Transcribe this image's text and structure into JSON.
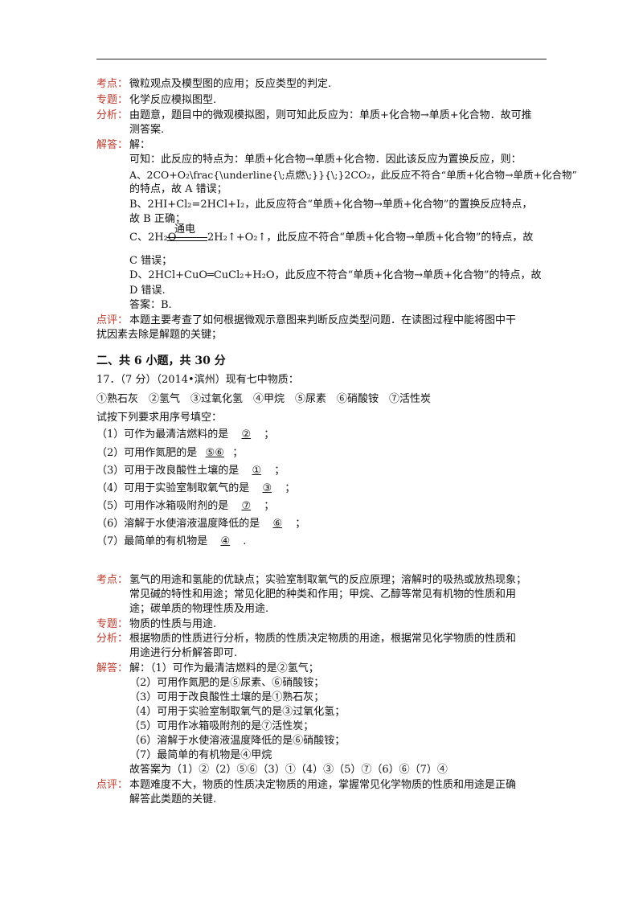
{
  "labels": {
    "kaodian": "考点：",
    "zhuanti": "专题：",
    "fenxi": "分析：",
    "jieda": "解答：",
    "dianping": "点评："
  },
  "q16": {
    "kaodian": "微粒观点及模型图的应用；反应类型的判定.",
    "zhuanti": "化学反应模拟图型.",
    "fenxi_1": "由题意，题目中的微观模拟图，则可知此反应为：单质+化合物→单质+化合物．故可推",
    "fenxi_2": "测答案.",
    "jieda_0": "解：",
    "jieda_1": "可知：此反应的特点为：单质+化合物→单质+化合物．因此该反应为置换反应，则：",
    "a_1": "A、2CO+O₂\\frac{\\underline{\\;点燃\\;}}{\\;}2CO₂，此反应不符合“单质+化合物→单质+化合物”",
    "a_2": "的特点，故 A 错误；",
    "b_1": "B、2HI+Cl₂=2HCl+I₂，此反应符合“单质+化合物→单质+化合物”的置换反应特点，",
    "b_2": "故 B 正确；",
    "c_over": "通电",
    "c_left": "C、2H₂O",
    "c_right": "2H₂↑+O₂↑，此反应不符合“单质+化合物→单质+化合物”的特点，故",
    "c_2": "C 错误；",
    "d_1": "D、2HCl+CuO═CuCl₂+H₂O，此反应不符合“单质+化合物→单质+化合物”的特点，故",
    "d_2": "D 错误.",
    "answer": "答案：B.",
    "dianping_1": "本题主要考查了如何根据微观示意图来判断反应类型问题．在读图过程中能将图中干",
    "dianping_2": "扰因素去除是解题的关键；"
  },
  "section": "二、共 6 小题，共 30 分",
  "q17": {
    "header": "17．（7 分）（2014•滨州）现有七中物质：",
    "options": "①熟石灰　②氢气　③过氧化氢　④甲烷　⑤尿素　⑥硝酸铵　⑦活性炭",
    "instruction": "试按下列要求用序号填空：",
    "items": [
      {
        "q": "（1）可作为最清洁燃料的是",
        "a": "②",
        "end": "；"
      },
      {
        "q": "（2）可用作氮肥的是",
        "a": "⑤⑥",
        "end": "；"
      },
      {
        "q": "（3）可用于改良酸性土壤的是",
        "a": "①",
        "end": "；"
      },
      {
        "q": "（4）可用于实验室制取氧气的是",
        "a": "③",
        "end": "；"
      },
      {
        "q": "（5）可用作冰箱吸附剂的是",
        "a": "⑦",
        "end": "；"
      },
      {
        "q": "（6）溶解于水使溶液温度降低的是",
        "a": "⑥",
        "end": "；"
      },
      {
        "q": "（7）最简单的有机物是",
        "a": "④",
        "end": "."
      }
    ],
    "kaodian_1": "氢气的用途和氢能的优缺点；实验室制取氧气的反应原理；溶解时的吸热或放热现象；",
    "kaodian_2": "常见碱的特性和用途；常见化肥的种类和作用；甲烷、乙醇等常见有机物的性质和用",
    "kaodian_3": "途；碳单质的物理性质及用途.",
    "zhuanti": "物质的性质与用途.",
    "fenxi_1": "根据物质的性质进行分析，物质的性质决定物质的用途，根据常见化学物质的性质和",
    "fenxi_2": "用途进行分析解答即可.",
    "jieda": [
      "解：（1）可作为最清洁燃料的是②氢气；",
      "（2）可用作氮肥的是⑤尿素、⑥硝酸铵；",
      "（3）可用于改良酸性土壤的是①熟石灰；",
      "（4）可用于实验室制取氧气的是③过氧化氢；",
      "（5）可用作冰箱吸附剂的是⑦活性炭；",
      "（6）溶解于水使溶液温度降低的是⑥硝酸铵；",
      "（7）最简单的有机物是④甲烷",
      "故答案为（1）②（2）⑤⑥（3）①（4）③（5）⑦（6）⑥（7）④"
    ],
    "dianping_1": "本题难度不大，物质的性质决定物质的用途，掌握常见化学物质的性质和用途是正确",
    "dianping_2": "解答此类题的关键."
  }
}
